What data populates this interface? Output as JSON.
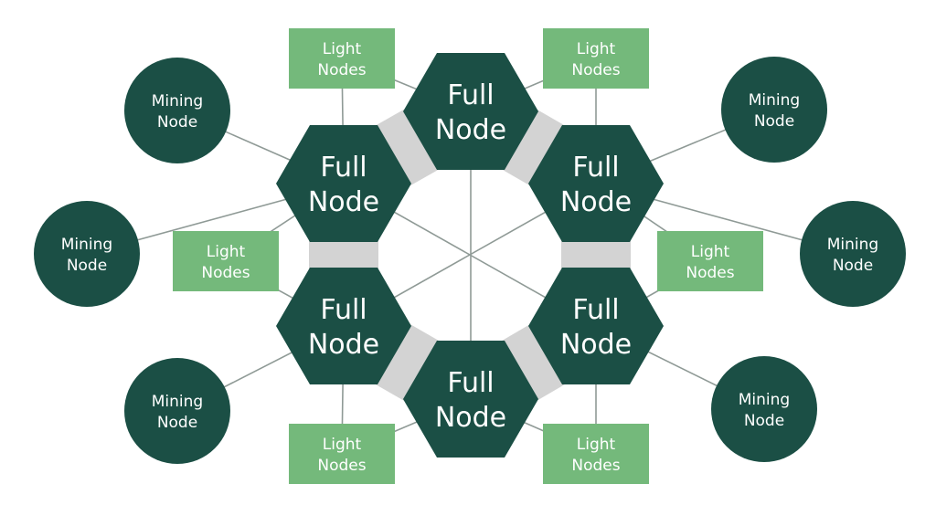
{
  "colors": {
    "full_node": "#1b4f45",
    "mining_node": "#1b4f45",
    "light_node": "#74b97b",
    "connector": "#d3d3d3",
    "link": "#8f9a96",
    "label": "#ffffff"
  },
  "full_nodes": [
    {
      "id": "top",
      "line1": "Full",
      "line2": "Node"
    },
    {
      "id": "upper-left",
      "line1": "Full",
      "line2": "Node"
    },
    {
      "id": "upper-right",
      "line1": "Full",
      "line2": "Node"
    },
    {
      "id": "lower-left",
      "line1": "Full",
      "line2": "Node"
    },
    {
      "id": "lower-right",
      "line1": "Full",
      "line2": "Node"
    },
    {
      "id": "bottom",
      "line1": "Full",
      "line2": "Node"
    }
  ],
  "mining_nodes": [
    {
      "id": "upper-left",
      "line1": "Mining",
      "line2": "Node"
    },
    {
      "id": "middle-left",
      "line1": "Mining",
      "line2": "Node"
    },
    {
      "id": "lower-left",
      "line1": "Mining",
      "line2": "Node"
    },
    {
      "id": "upper-right",
      "line1": "Mining",
      "line2": "Node"
    },
    {
      "id": "middle-right",
      "line1": "Mining",
      "line2": "Node"
    },
    {
      "id": "lower-right",
      "line1": "Mining",
      "line2": "Node"
    }
  ],
  "light_nodes": [
    {
      "id": "top-left",
      "line1": "Light",
      "line2": "Nodes"
    },
    {
      "id": "top-right",
      "line1": "Light",
      "line2": "Nodes"
    },
    {
      "id": "middle-left",
      "line1": "Light",
      "line2": "Nodes"
    },
    {
      "id": "middle-right",
      "line1": "Light",
      "line2": "Nodes"
    },
    {
      "id": "bottom-left",
      "line1": "Light",
      "line2": "Nodes"
    },
    {
      "id": "bottom-right",
      "line1": "Light",
      "line2": "Nodes"
    }
  ],
  "connections": [
    {
      "from": "full:top",
      "to": "full:bottom",
      "type": "cross"
    },
    {
      "from": "full:upper-left",
      "to": "full:lower-right",
      "type": "cross"
    },
    {
      "from": "full:upper-right",
      "to": "full:lower-left",
      "type": "cross"
    },
    {
      "from": "full:upper-left",
      "to": "mining:upper-left",
      "type": "link"
    },
    {
      "from": "full:upper-left",
      "to": "mining:middle-left",
      "type": "link"
    },
    {
      "from": "full:lower-left",
      "to": "mining:lower-left",
      "type": "link"
    },
    {
      "from": "full:upper-right",
      "to": "mining:upper-right",
      "type": "link"
    },
    {
      "from": "full:upper-right",
      "to": "mining:middle-right",
      "type": "link"
    },
    {
      "from": "full:lower-right",
      "to": "mining:lower-right",
      "type": "link"
    },
    {
      "from": "light:top-left",
      "to": "full:top",
      "type": "link"
    },
    {
      "from": "light:top-left",
      "to": "full:upper-left",
      "type": "link"
    },
    {
      "from": "light:top-right",
      "to": "full:top",
      "type": "link"
    },
    {
      "from": "light:top-right",
      "to": "full:upper-right",
      "type": "link"
    },
    {
      "from": "light:middle-left",
      "to": "full:upper-left",
      "type": "link"
    },
    {
      "from": "light:middle-left",
      "to": "full:lower-left",
      "type": "link"
    },
    {
      "from": "light:middle-right",
      "to": "full:upper-right",
      "type": "link"
    },
    {
      "from": "light:middle-right",
      "to": "full:lower-right",
      "type": "link"
    },
    {
      "from": "light:bottom-left",
      "to": "full:lower-left",
      "type": "link"
    },
    {
      "from": "light:bottom-left",
      "to": "full:bottom",
      "type": "link"
    },
    {
      "from": "light:bottom-right",
      "to": "full:lower-right",
      "type": "link"
    },
    {
      "from": "light:bottom-right",
      "to": "full:bottom",
      "type": "link"
    }
  ]
}
